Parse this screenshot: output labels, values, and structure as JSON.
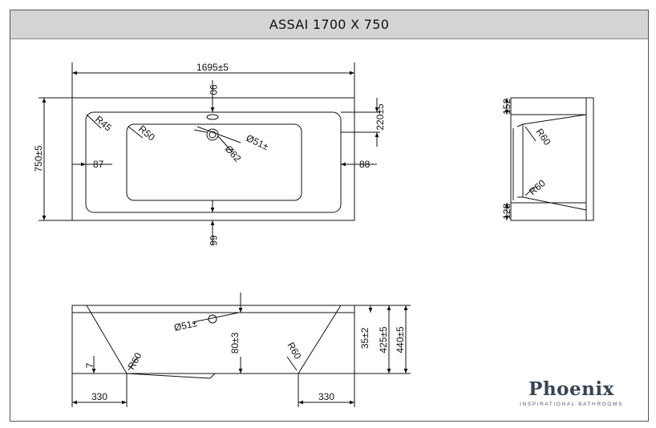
{
  "title": "ASSAI 1700 X 750",
  "brand": {
    "name": "Phoenix",
    "tagline": "INSPIRATIONAL BATHROOMS",
    "color": "#364555"
  },
  "plan_view": {
    "overall_length": "1695±5",
    "overall_width": "750±5",
    "top_margin": "90",
    "right_top_margin": "220±5",
    "left_margin": "87",
    "right_margin": "88",
    "bottom_margin": "66",
    "corner_radius_outer": "R45",
    "corner_radius_inner": "R50",
    "waste_diameter": "Ø51±",
    "overflow_diameter": "Ø82"
  },
  "side_view": {
    "top_height": "152",
    "bottom_height": "128",
    "radius_top": "R60",
    "radius_bottom": "R60"
  },
  "front_view": {
    "waste_diameter": "Ø51±",
    "waste_height": "80±3",
    "rim_thickness": "35±2",
    "inner_depth": "425±5",
    "overall_height": "440±5",
    "left_radius": "R60",
    "right_radius": "R60",
    "left_offset": "330",
    "right_offset": "330",
    "floor_gap": "7"
  }
}
